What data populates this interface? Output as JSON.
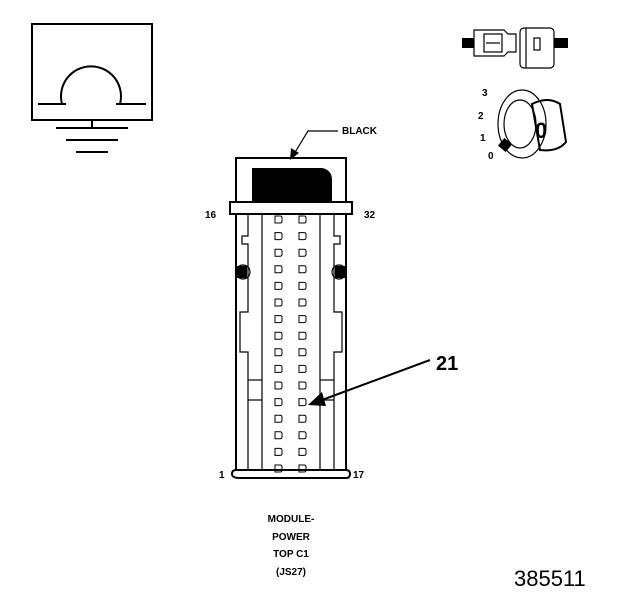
{
  "connector": {
    "color_label": "BLACK",
    "pin_top_left": "16",
    "pin_top_right": "32",
    "pin_bottom_left": "1",
    "pin_bottom_right": "17"
  },
  "callout": {
    "number": "21"
  },
  "caption": {
    "line1": "MODULE-",
    "line2": "POWER",
    "line3": "TOP C1",
    "line4": "(JS27)"
  },
  "switch": {
    "positions": [
      "3",
      "2",
      "1",
      "0"
    ],
    "knob_label": "0"
  },
  "figure_number": "385511"
}
